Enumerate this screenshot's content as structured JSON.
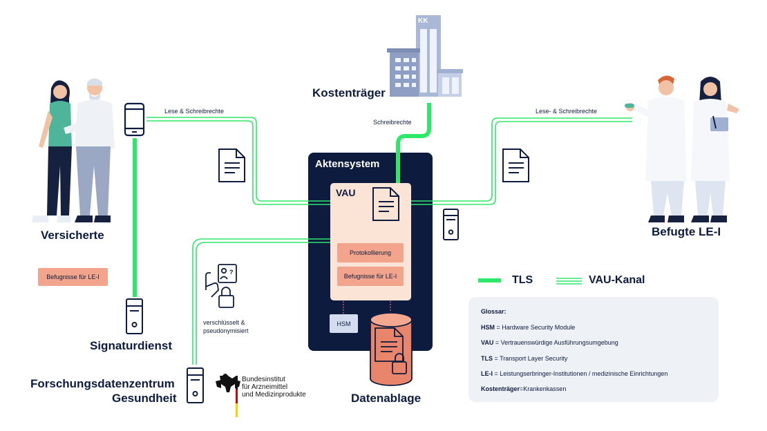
{
  "nodes": {
    "versicherte": "Versicherte",
    "signaturdienst": "Signaturdienst",
    "forschung_line1": "Forschungsdatenzentrum",
    "forschung_line2": "Gesundheit",
    "kostentraeger": "Kostenträger",
    "kk_badge": "KK",
    "befugte": "Befugte LE-I",
    "aktensystem": "Aktensystem",
    "vau": "VAU",
    "datenablage": "Datenablage",
    "hsm": "HSM"
  },
  "edges": {
    "lese_schreib_left": "Lese & Schreibrechte",
    "lese_schreib_right": "Lese- & Schreibrechte",
    "schreibrechte": "Schreibrechte",
    "verschluesselt_1": "verschlüsselt &",
    "verschluesselt_2": "pseudonymisiert"
  },
  "pills": {
    "befugnisse_versicherte": "Befugnisse für LE-I",
    "protokollierung": "Protokollierung",
    "befugnisse_vau": "Befugnisse für LE-I"
  },
  "bfarm": {
    "line1": "Bundesinstitut",
    "line2": "für Arzneimittel",
    "line3": "und Medizinprodukte"
  },
  "legend": {
    "tls": "TLS",
    "vau_kanal": "VAU-Kanal"
  },
  "glossary": {
    "title": "Glossar:",
    "items": [
      {
        "term": "HSM",
        "sep": " = ",
        "def": "Hardware Security Module"
      },
      {
        "term": "VAU",
        "sep": " = ",
        "def": "Vertrauenswürdige Ausführungsumgebung"
      },
      {
        "term": "TLS",
        "sep": " = ",
        "def": "Transport Layer Security"
      },
      {
        "term": "LE-I",
        "sep": " = ",
        "def": "Leistungserbringer-Institutionen / medizinische Einrichtungen"
      },
      {
        "term": "Kostenträger",
        "sep": "=",
        "def": "Krankenkassen"
      }
    ]
  },
  "colors": {
    "navy": "#0d1b3e",
    "green": "#2ee86a",
    "salmon": "#f2a58c",
    "peach": "#fbe3d6",
    "glossary_bg": "#eef1f6",
    "hsm_bg": "#d4dcef"
  }
}
